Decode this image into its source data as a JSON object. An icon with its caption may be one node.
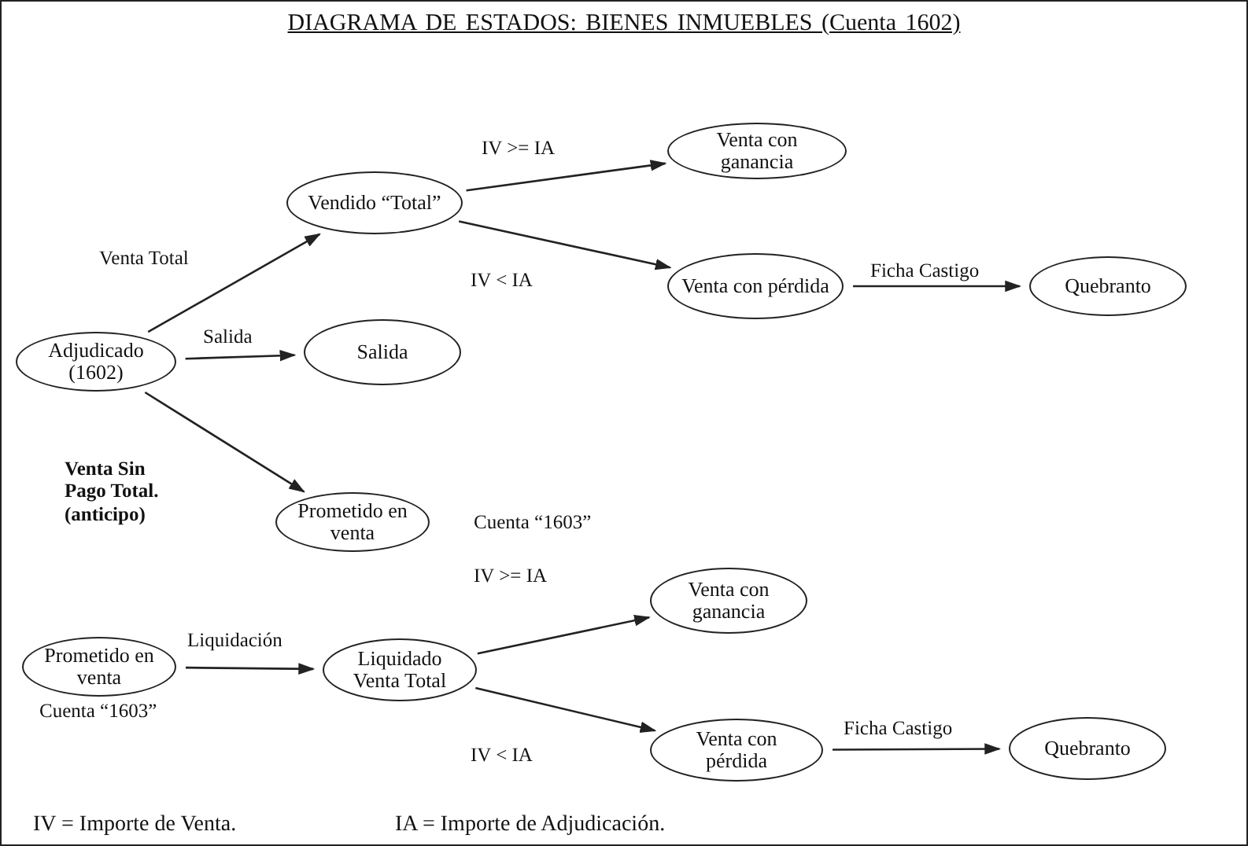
{
  "diagram": {
    "title": "DIAGRAMA DE ESTADOS: BIENES INMUEBLES (Cuenta 1602)",
    "nodes": [
      {
        "text": [
          "Adjudicado (1602)"
        ]
      },
      {
        "text": [
          "Vendido “Total”"
        ]
      },
      {
        "text": [
          "Venta con ganancia"
        ]
      },
      {
        "text": [
          "Venta con pérdida"
        ]
      },
      {
        "text": [
          "Quebranto"
        ]
      },
      {
        "text": [
          "Salida"
        ]
      },
      {
        "text": [
          "Prometido en venta"
        ],
        "beside": [
          "Cuenta “1603”"
        ]
      },
      {
        "text": [
          "Prometido en venta"
        ],
        "beside": [
          "Cuenta “1603”"
        ]
      },
      {
        "text": [
          "Liquidado Venta Total"
        ]
      },
      {
        "text": [
          "Venta con ganancia"
        ]
      },
      {
        "text": [
          "Venta con pérdida"
        ]
      },
      {
        "text": [
          "Quebranto"
        ]
      }
    ],
    "edges": [
      {
        "from": 0,
        "to": 1,
        "arrow": "to",
        "label": "Venta Total"
      },
      {
        "from": 0,
        "to": 5,
        "arrow": "to",
        "label": "Salida"
      },
      {
        "from": 0,
        "to": 6,
        "arrow": "to",
        "label": "Venta Sin Pago Total. (anticipo)"
      },
      {
        "from": 1,
        "to": 2,
        "arrow": "to",
        "label": "IV >= IA"
      },
      {
        "from": 1,
        "to": 3,
        "arrow": "to",
        "label": "IV < IA"
      },
      {
        "from": 3,
        "to": 4,
        "arrow": "to",
        "label": "Ficha Castigo"
      },
      {
        "from": 7,
        "to": 8,
        "arrow": "to",
        "label": "Liquidación"
      },
      {
        "from": 8,
        "to": 9,
        "arrow": "to",
        "label": "IV >= IA"
      },
      {
        "from": 8,
        "to": 10,
        "arrow": "to",
        "label": "IV < IA"
      },
      {
        "from": 10,
        "to": 11,
        "arrow": "to",
        "label": "Ficha Castigo"
      }
    ],
    "labels": [
      "IV = Importe de Venta.",
      "IA = Importe de Adjudicación."
    ]
  }
}
